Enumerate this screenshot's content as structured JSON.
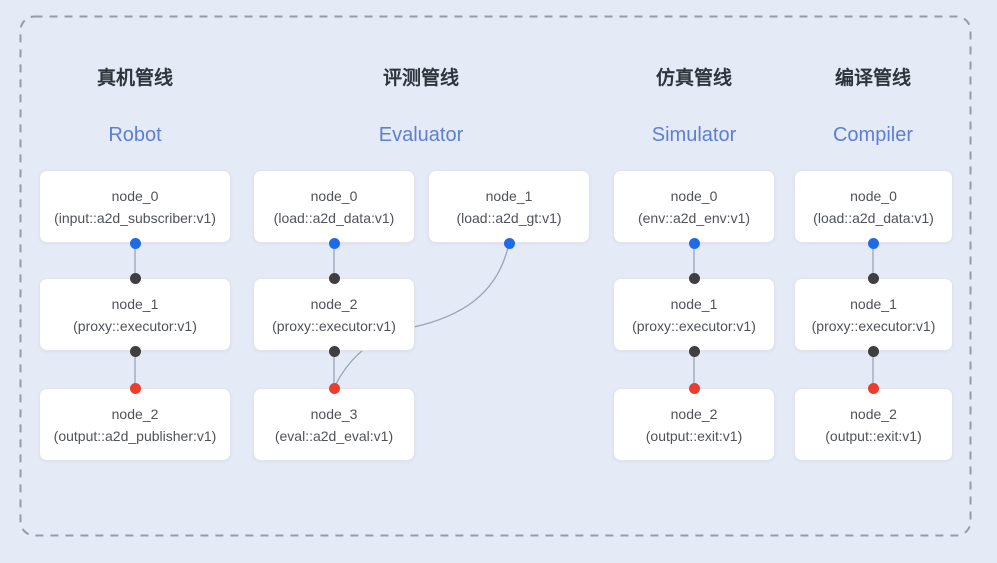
{
  "diagram": {
    "colors": {
      "background": "#e5eaf7",
      "frame_border": "#959ca9",
      "edge": "#9aa4b8",
      "title_en_color": "#5d7fd2",
      "blue_port": "#1f6ae5",
      "black_port": "#3f3f42",
      "red_port": "#ee3c2c"
    },
    "pipelines": [
      {
        "title_zh": "真机管线",
        "title_en": "Robot",
        "nodes": [
          {
            "name": "node_0",
            "type": "(input::a2d_subscriber:v1)"
          },
          {
            "name": "node_1",
            "type": "(proxy::executor:v1)"
          },
          {
            "name": "node_2",
            "type": "(output::a2d_publisher:v1)"
          }
        ]
      },
      {
        "title_zh": "评测管线",
        "title_en": "Evaluator",
        "nodes": [
          {
            "name": "node_0",
            "type": "(load::a2d_data:v1)"
          },
          {
            "name": "node_1",
            "type": "(load::a2d_gt:v1)"
          },
          {
            "name": "node_2",
            "type": "(proxy::executor:v1)"
          },
          {
            "name": "node_3",
            "type": "(eval::a2d_eval:v1)"
          }
        ]
      },
      {
        "title_zh": "仿真管线",
        "title_en": "Simulator",
        "nodes": [
          {
            "name": "node_0",
            "type": "(env::a2d_env:v1)"
          },
          {
            "name": "node_1",
            "type": "(proxy::executor:v1)"
          },
          {
            "name": "node_2",
            "type": "(output::exit:v1)"
          }
        ]
      },
      {
        "title_zh": "编译管线",
        "title_en": "Compiler",
        "nodes": [
          {
            "name": "node_0",
            "type": "(load::a2d_data:v1)"
          },
          {
            "name": "node_1",
            "type": "(proxy::executor:v1)"
          },
          {
            "name": "node_2",
            "type": "(output::exit:v1)"
          }
        ]
      }
    ]
  }
}
